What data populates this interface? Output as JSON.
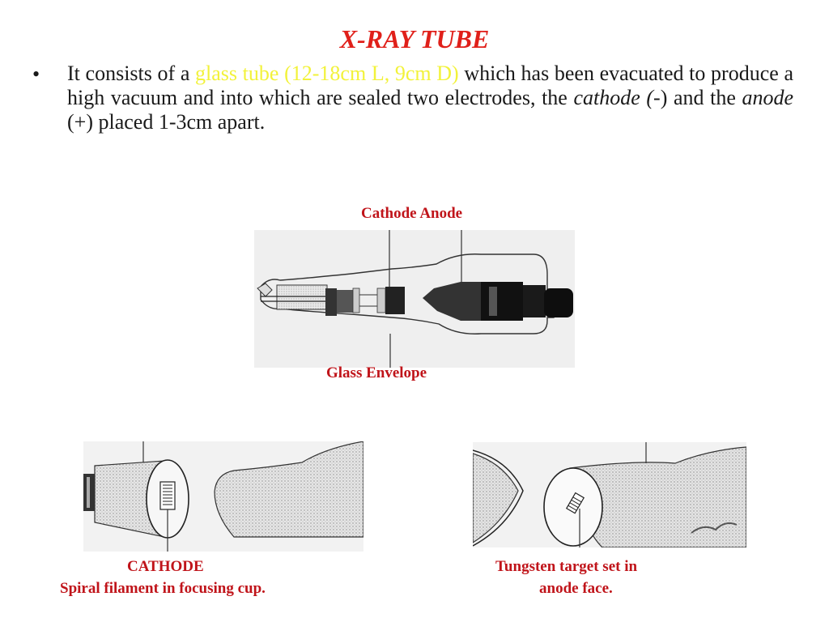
{
  "title": "X-RAY TUBE",
  "bullet": {
    "marker": "•",
    "text_before": "It consists of a ",
    "highlight": "glass tube (12-18cm L, 9cm D)",
    "text_mid1": " which has been evacuated to produce a high vacuum and into which are sealed two electrodes, the ",
    "cathode_word": "cathode (",
    "text_mid2": "-) and the ",
    "anode_word": "anode",
    "text_end": " (+) placed 1-3cm apart."
  },
  "labels": {
    "cathode_anode": "Cathode  Anode",
    "glass_envelope": "Glass Envelope",
    "cathode_caption_1": "CATHODE",
    "cathode_caption_2": "Spiral  filament  in focusing cup.",
    "anode_caption_1": "Tungsten  target set in",
    "anode_caption_2": "anode face."
  },
  "colors": {
    "title": "#e0201a",
    "highlight": "#f2f23a",
    "labels": "#c0141a"
  }
}
